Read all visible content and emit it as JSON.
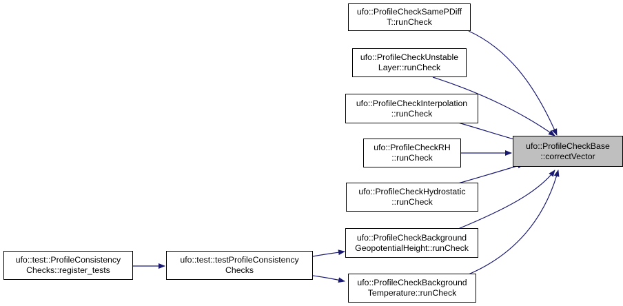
{
  "colors": {
    "edge": "#191970",
    "node_border": "#000000",
    "target_fill": "#bfbfbf",
    "node_fill": "#ffffff"
  },
  "nodes": {
    "target": {
      "line1": "ufo::ProfileCheckBase",
      "line2": "::correctVector"
    },
    "same_pdiff": {
      "line1": "ufo::ProfileCheckSamePDiff",
      "line2": "T::runCheck"
    },
    "unstable_layer": {
      "line1": "ufo::ProfileCheckUnstable",
      "line2": "Layer::runCheck"
    },
    "interpolation": {
      "line1": "ufo::ProfileCheckInterpolation",
      "line2": "::runCheck"
    },
    "rh": {
      "line1": "ufo::ProfileCheckRH",
      "line2": "::runCheck"
    },
    "hydrostatic": {
      "line1": "ufo::ProfileCheckHydrostatic",
      "line2": "::runCheck"
    },
    "bg_geopotential": {
      "line1": "ufo::ProfileCheckBackground",
      "line2": "GeopotentialHeight::runCheck"
    },
    "bg_temperature": {
      "line1": "ufo::ProfileCheckBackground",
      "line2": "Temperature::runCheck"
    },
    "test_consistency": {
      "line1": "ufo::test::testProfileConsistency",
      "line2": "Checks"
    },
    "register_tests": {
      "line1": "ufo::test::ProfileConsistency",
      "line2": "Checks::register_tests"
    }
  }
}
